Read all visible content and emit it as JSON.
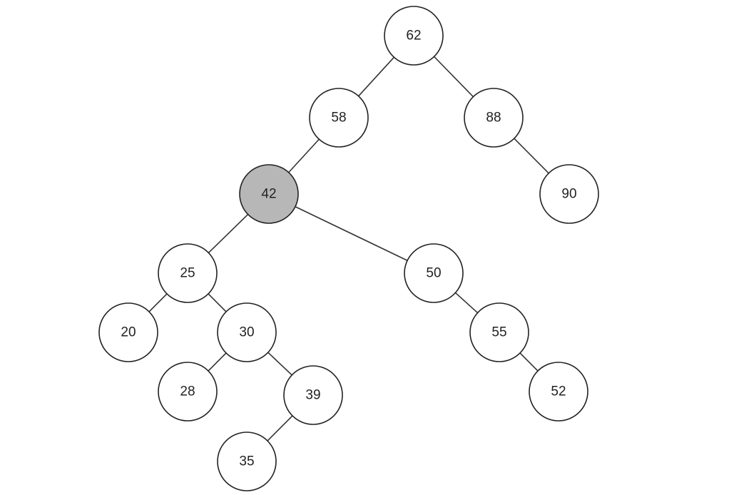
{
  "diagram": {
    "type": "binary-tree",
    "highlighted_node": "42",
    "colors": {
      "node_fill": "#ffffff",
      "highlight_fill": "#b7b7b7",
      "stroke": "#222222"
    },
    "nodes": [
      {
        "id": "62",
        "label": "62"
      },
      {
        "id": "58",
        "label": "58"
      },
      {
        "id": "88",
        "label": "88"
      },
      {
        "id": "90",
        "label": "90"
      },
      {
        "id": "42",
        "label": "42"
      },
      {
        "id": "25",
        "label": "25"
      },
      {
        "id": "50",
        "label": "50"
      },
      {
        "id": "20",
        "label": "20"
      },
      {
        "id": "30",
        "label": "30"
      },
      {
        "id": "55",
        "label": "55"
      },
      {
        "id": "28",
        "label": "28"
      },
      {
        "id": "39",
        "label": "39"
      },
      {
        "id": "52",
        "label": "52"
      },
      {
        "id": "35",
        "label": "35"
      }
    ],
    "edges": [
      {
        "from": "62",
        "to": "58"
      },
      {
        "from": "62",
        "to": "88"
      },
      {
        "from": "88",
        "to": "90"
      },
      {
        "from": "58",
        "to": "42"
      },
      {
        "from": "42",
        "to": "25"
      },
      {
        "from": "42",
        "to": "50"
      },
      {
        "from": "25",
        "to": "20"
      },
      {
        "from": "25",
        "to": "30"
      },
      {
        "from": "50",
        "to": "55"
      },
      {
        "from": "55",
        "to": "52"
      },
      {
        "from": "30",
        "to": "28"
      },
      {
        "from": "30",
        "to": "39"
      },
      {
        "from": "39",
        "to": "35"
      }
    ]
  }
}
